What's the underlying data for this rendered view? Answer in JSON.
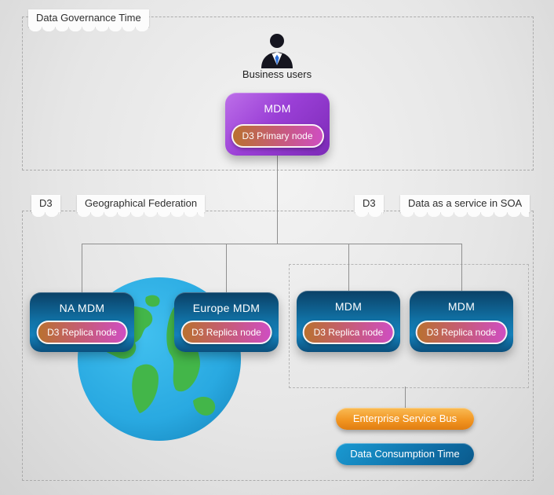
{
  "regions": {
    "governance": {
      "label": "Data Governance Time"
    },
    "federation": {
      "tag": "D3",
      "label": "Geographical Federation"
    },
    "soa": {
      "tag": "D3",
      "label": "Data as a service in SOA"
    }
  },
  "business_users": {
    "label": "Business users"
  },
  "primary": {
    "title": "MDM",
    "node_label": "D3 Primary node"
  },
  "replicas": [
    {
      "title": "NA MDM",
      "node_label": "D3 Replica node"
    },
    {
      "title": "Europe MDM",
      "node_label": "D3 Replica node"
    },
    {
      "title": "MDM",
      "node_label": "D3 Replica node"
    },
    {
      "title": "MDM",
      "node_label": "D3 Replica node"
    }
  ],
  "esb": {
    "label": "Enterprise Service Bus"
  },
  "consumption": {
    "label": "Data Consumption Time"
  },
  "colors": {
    "primary_node": "#9a3fd6",
    "replica_node": "#1172a6",
    "pill_gradient_start": "#b9712f",
    "pill_gradient_end": "#cf4ec2",
    "esb_bar": "#f1931f",
    "consumption_bar": "#0f6ea6",
    "globe_ocean": "#29a9e1",
    "globe_land": "#43b649",
    "connector": "#8f8f8f"
  }
}
